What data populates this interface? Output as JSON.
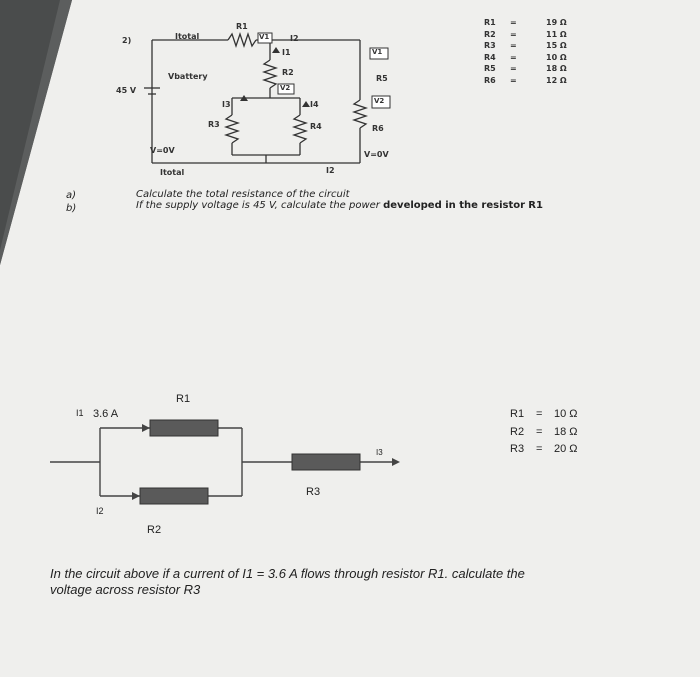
{
  "problem1": {
    "number": "2)",
    "labels": {
      "i_total_top": "Itotal",
      "r1": "R1",
      "v1_box": "V1",
      "i2_top": "I2",
      "i1": "I1",
      "v_battery": "Vbattery",
      "r2": "R2",
      "v2_mid": "V2",
      "r5": "R5",
      "voltage_source": "45 V",
      "v2_box": "V2",
      "i3": "I3",
      "i4": "I4",
      "r3": "R3",
      "r4": "R4",
      "r6": "R6",
      "v0_left": "V=0V",
      "v0_right": "V=0V",
      "i_total_bottom": "Itotal",
      "i2_bottom": "I2"
    },
    "resistor_table": [
      {
        "name": "R1",
        "eq": "=",
        "value": "19 Ω"
      },
      {
        "name": "R2",
        "eq": "=",
        "value": "11 Ω"
      },
      {
        "name": "R3",
        "eq": "=",
        "value": "15 Ω"
      },
      {
        "name": "R4",
        "eq": "=",
        "value": "10 Ω"
      },
      {
        "name": "R5",
        "eq": "=",
        "value": "18 Ω"
      },
      {
        "name": "R6",
        "eq": "=",
        "value": "12 Ω"
      }
    ],
    "question_a_label": "a)",
    "question_b_label": "b)",
    "question_a": "Calculate the total resistance of the circuit",
    "question_b_prefix": "If the supply voltage is 45 V, calculate the power ",
    "question_b_bold": "developed in the resistor",
    "question_b_resistor": "R1"
  },
  "problem2": {
    "r1_label": "R1",
    "r2_label": "R2",
    "r3_label": "R3",
    "i1_label": "I1",
    "i1_value": "3.6 A",
    "i2_label": "I2",
    "i3_label": "I3",
    "resistor_table": [
      {
        "name": "R1",
        "eq": "=",
        "value": "10 Ω"
      },
      {
        "name": "R2",
        "eq": "=",
        "value": "18 Ω"
      },
      {
        "name": "R3",
        "eq": "=",
        "value": "20 Ω"
      }
    ],
    "question_line1": "In the circuit above if a current of I1 = 3.6 A flows through resistor R1. calculate the",
    "question_line2": "voltage across resistor R3"
  }
}
